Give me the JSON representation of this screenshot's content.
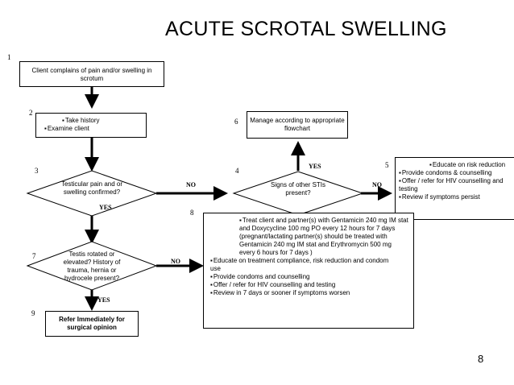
{
  "title": "ACUTE SCROTAL SWELLING",
  "page_number": "8",
  "steps": {
    "s1": {
      "number": "1",
      "text": "Client complains of pain and/or swelling in scrotum"
    },
    "s2": {
      "number": "2",
      "items": [
        "Take history",
        "Examine client"
      ]
    },
    "s3": {
      "number": "3",
      "text": "Testicular pain and or swelling confirmed?"
    },
    "s4": {
      "number": "4",
      "text": "Signs of other STIs present?"
    },
    "s5": {
      "number": "5",
      "items": [
        "Educate on risk reduction",
        "Provide condoms & counselling",
        "Offer / refer for HIV counselling and testing",
        "Review if symptoms persist"
      ]
    },
    "s6": {
      "number": "6",
      "text": "Manage according to appropriate flowchart"
    },
    "s7": {
      "number": "7",
      "text": "Testis rotated or elevated? History of trauma, hernia or hydrocele present?"
    },
    "s8": {
      "number": "8",
      "items": [
        "Treat client and partner(s) with Gentamicin 240 mg IM stat and Doxycycline 100 mg PO every 12 hours for 7 days (pregnant/lactating partner(s) should be treated with Gentamicin 240 mg IM stat and Erythromycin 500 mg every 6 hours for 7 days )",
        "Educate on treatment compliance, risk reduction and condom use",
        "Provide condoms and counselling",
        "Offer / refer for HIV counselling and testing",
        "Review in 7 days or sooner if symptoms worsen"
      ]
    },
    "s9": {
      "number": "9",
      "text": "Refer Immediately for surgical opinion"
    }
  },
  "edge_labels": {
    "s3_no": "NO",
    "s3_yes": "YES",
    "s4_yes": "YES",
    "s4_no": "NO",
    "s7_no": "NO",
    "s7_yes": "YES"
  }
}
